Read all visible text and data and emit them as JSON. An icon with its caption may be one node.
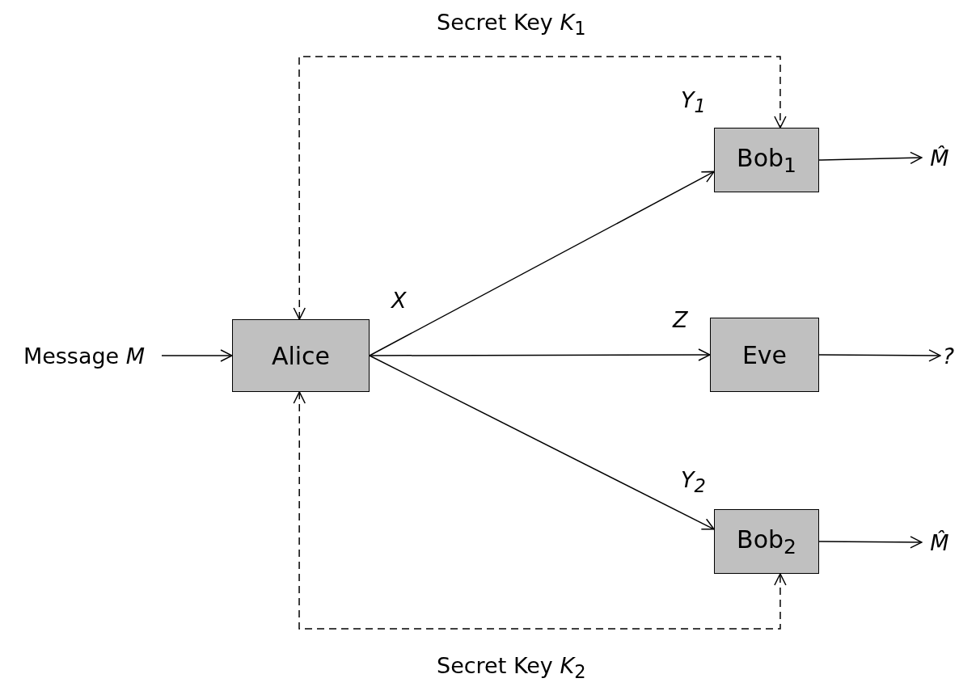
{
  "diagram": {
    "nodes": [
      {
        "text": [
          "Message *M*"
        ]
      },
      {
        "text": [
          "Alice"
        ]
      },
      {
        "text": [
          "Bob$_{1}$"
        ]
      },
      {
        "text": [
          "Eve"
        ]
      },
      {
        "text": [
          "Bob$_{2}$"
        ]
      },
      {
        "text": [
          "M̂"
        ]
      },
      {
        "text": [
          "?"
        ]
      },
      {
        "text": [
          "M̂"
        ]
      }
    ],
    "edges": [
      {
        "from": 0,
        "to": 1,
        "arrow": "to"
      },
      {
        "from": 1,
        "to": 2,
        "arrow": "to",
        "label": "Y$_{1}$"
      },
      {
        "from": 1,
        "to": 3,
        "arrow": "to",
        "label": "Z"
      },
      {
        "from": 1,
        "to": 4,
        "arrow": "to",
        "label": "Y$_{2}$"
      },
      {
        "from": 2,
        "to": 5,
        "arrow": "to"
      },
      {
        "from": 3,
        "to": 6,
        "arrow": "to"
      },
      {
        "from": 4,
        "to": 7,
        "arrow": "to"
      },
      {
        "from": 1,
        "to": 2,
        "arrow": "both",
        "style": "dashed",
        "label": "Secret Key *K*$_{1}$"
      },
      {
        "from": 1,
        "to": 4,
        "arrow": "both",
        "style": "dashed",
        "label": "Secret Key *K*$_{2}$"
      }
    ],
    "labels": [
      "X"
    ]
  }
}
